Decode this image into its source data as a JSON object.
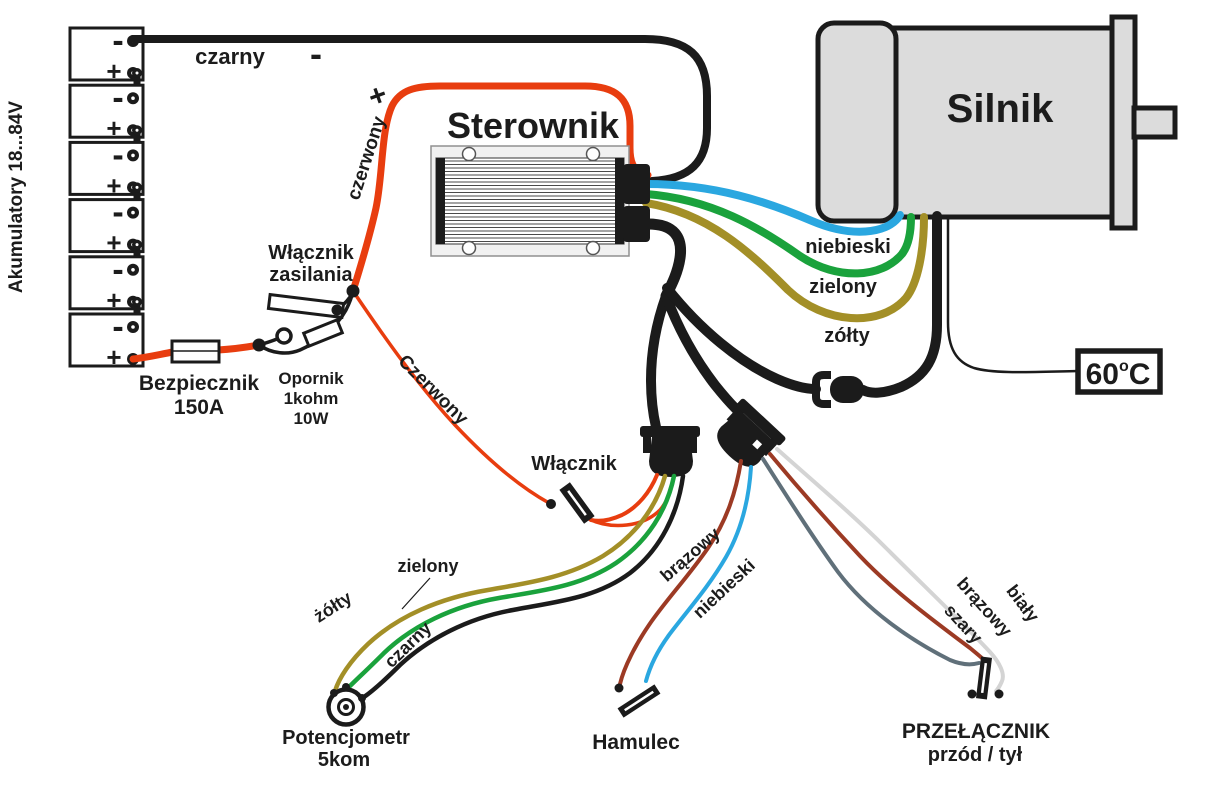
{
  "colors": {
    "black_wire": "#1b1b1b",
    "red": "#e83d0f",
    "blue": "#2aa7e0",
    "green": "#1aa23c",
    "olive": "#a38f27",
    "brown": "#9c3a24",
    "gray_wire": "#60707a",
    "white_wire": "#d4d4d4",
    "component_fill": "#dcdcdc"
  },
  "battery": {
    "cells": 6,
    "minus_label": "-",
    "plus_label": "+",
    "side_label": "Akumulatory 18...84V"
  },
  "power": {
    "negative_wire_label": "czarny",
    "negative_sign": "-",
    "positive_wire_label": "czerwony",
    "positive_sign": "+",
    "fuse": [
      "Bezpiecznik",
      "150A"
    ],
    "power_switch": [
      "Włącznik",
      "zasilania"
    ],
    "resistor": [
      "Opornik",
      "1kohm",
      "10W"
    ]
  },
  "controller": {
    "title": "Sterownik"
  },
  "motor": {
    "title": "Silnik",
    "temp_value": "60",
    "temp_sup": "o",
    "temp_unit": "C"
  },
  "phases": {
    "blue": "niebieski",
    "green": "zielony",
    "yellow": "zółty"
  },
  "throttle": {
    "wire_label": "Czerwony",
    "switch_label": "Włącznik",
    "wires": {
      "yellow": "żółty",
      "green": "zielony",
      "black": "czarny"
    },
    "pot": [
      "Potencjometr",
      "5kom"
    ]
  },
  "brake": {
    "wires": {
      "brown": "brązowy",
      "blue": "niebieski"
    },
    "label": "Hamulec"
  },
  "direction": {
    "wires": {
      "gray": "szary",
      "brown": "brązowy",
      "white": "biały"
    },
    "label": [
      "PRZEŁĄCZNIK",
      "przód / tył"
    ]
  }
}
